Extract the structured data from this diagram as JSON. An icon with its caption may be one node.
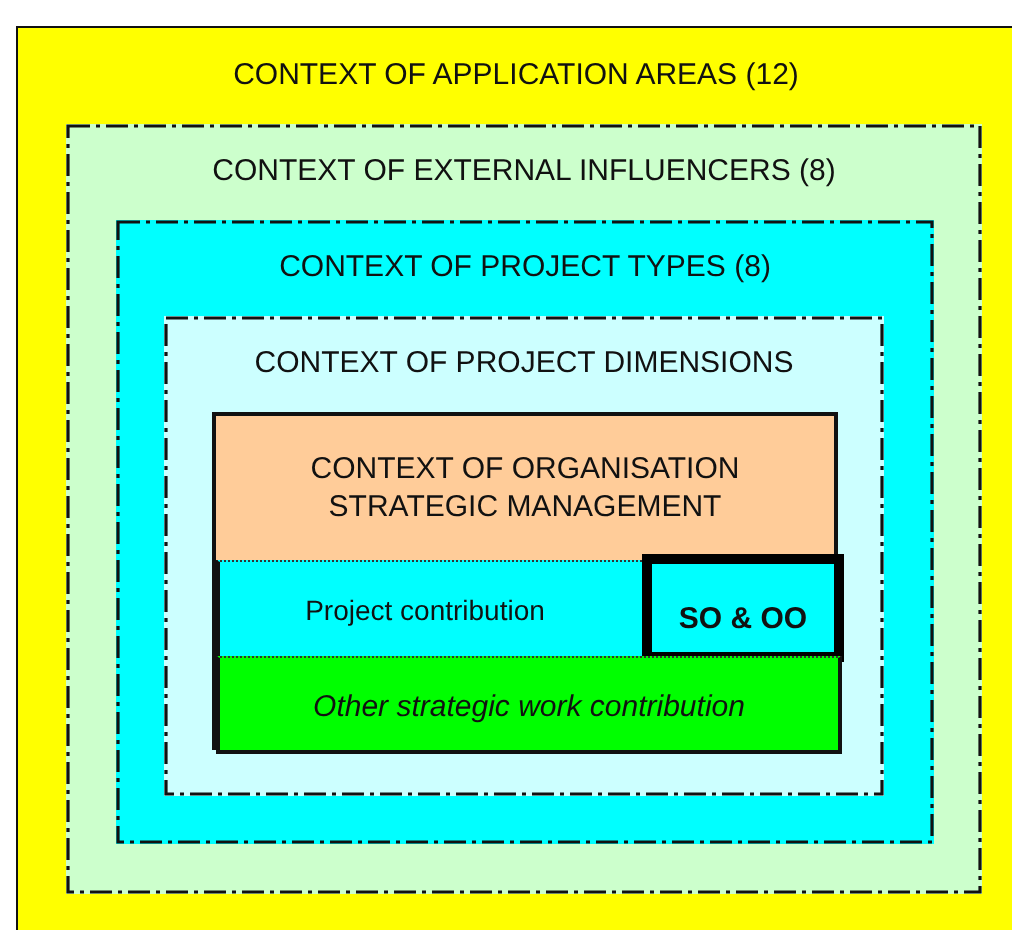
{
  "diagram": {
    "nodes": [
      {
        "text": [
          "CONTEXT OF APPLICATION AREAS (12)"
        ]
      },
      {
        "text": [
          "CONTEXT OF EXTERNAL INFLUENCERS (8)"
        ],
        "in": 0
      },
      {
        "text": [
          "CONTEXT OF PROJECT TYPES (8)"
        ],
        "in": 1
      },
      {
        "text": [
          "CONTEXT OF PROJECT DIMENSIONS"
        ],
        "in": 2
      },
      {
        "text": [
          "CONTEXT OF ORGANISATION STRATEGIC MANAGEMENT"
        ],
        "in": 3
      },
      {
        "text": [
          "Project contribution"
        ],
        "in": 4
      },
      {
        "text": [
          "SO & OO"
        ],
        "in": 4
      },
      {
        "text": [
          "Other strategic work contribution"
        ],
        "in": 4
      }
    ]
  }
}
